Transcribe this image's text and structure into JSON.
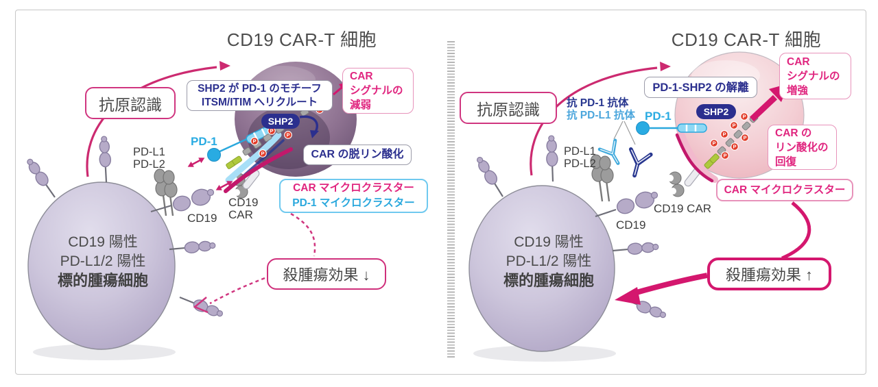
{
  "colors": {
    "accent_pink": "#d4176e",
    "navy": "#2b2f8e",
    "cyan": "#29abe2",
    "text_gray": "#4a4a4a"
  },
  "misc": {
    "p": "P"
  },
  "left": {
    "title": "CD19 CAR-T 細胞",
    "antigen": "抗原認識",
    "recruit1": "SHP2 が PD-1 のモチーフ",
    "recruit2": "ITSM/ITIM へリクルート",
    "signal1": "CAR",
    "signal2": "シグナルの",
    "signal3": "減弱",
    "shp2": "SHP2",
    "pd1": "PD-1",
    "pdl1": "PD-L1",
    "pdl2": "PD-L2",
    "dephos": "CAR の脱リン酸化",
    "mc1": "CAR マイクロクラスター",
    "mc2": "PD-1 マイクロクラスター",
    "cd19": "CD19",
    "cd19car1": "CD19",
    "cd19car2": "CAR",
    "tumor1": "CD19 陽性",
    "tumor2": "PD-L1/2 陽性",
    "tumor3": "標的腫瘍細胞",
    "effect": "殺腫瘍効果 ↓"
  },
  "right": {
    "title": "CD19 CAR-T 細胞",
    "antigen": "抗原認識",
    "release": "PD-1-SHP2 の解離",
    "ab1": "抗 PD-1 抗体",
    "ab2": "抗 PD-L1 抗体",
    "pd1": "PD-1",
    "signal1": "CAR",
    "signal2": "シグナルの",
    "signal3": "増強",
    "shp2": "SHP2",
    "rephos1": "CAR の",
    "rephos2": "リン酸化の",
    "rephos3": "回復",
    "mc": "CAR マイクロクラスター",
    "pdl1": "PD-L1",
    "pdl2": "PD-L2",
    "cd19car": "CD19 CAR",
    "cd19": "CD19",
    "tumor1": "CD19 陽性",
    "tumor2": "PD-L1/2 陽性",
    "tumor3": "標的腫瘍細胞",
    "effect": "殺腫瘍効果 ↑"
  }
}
